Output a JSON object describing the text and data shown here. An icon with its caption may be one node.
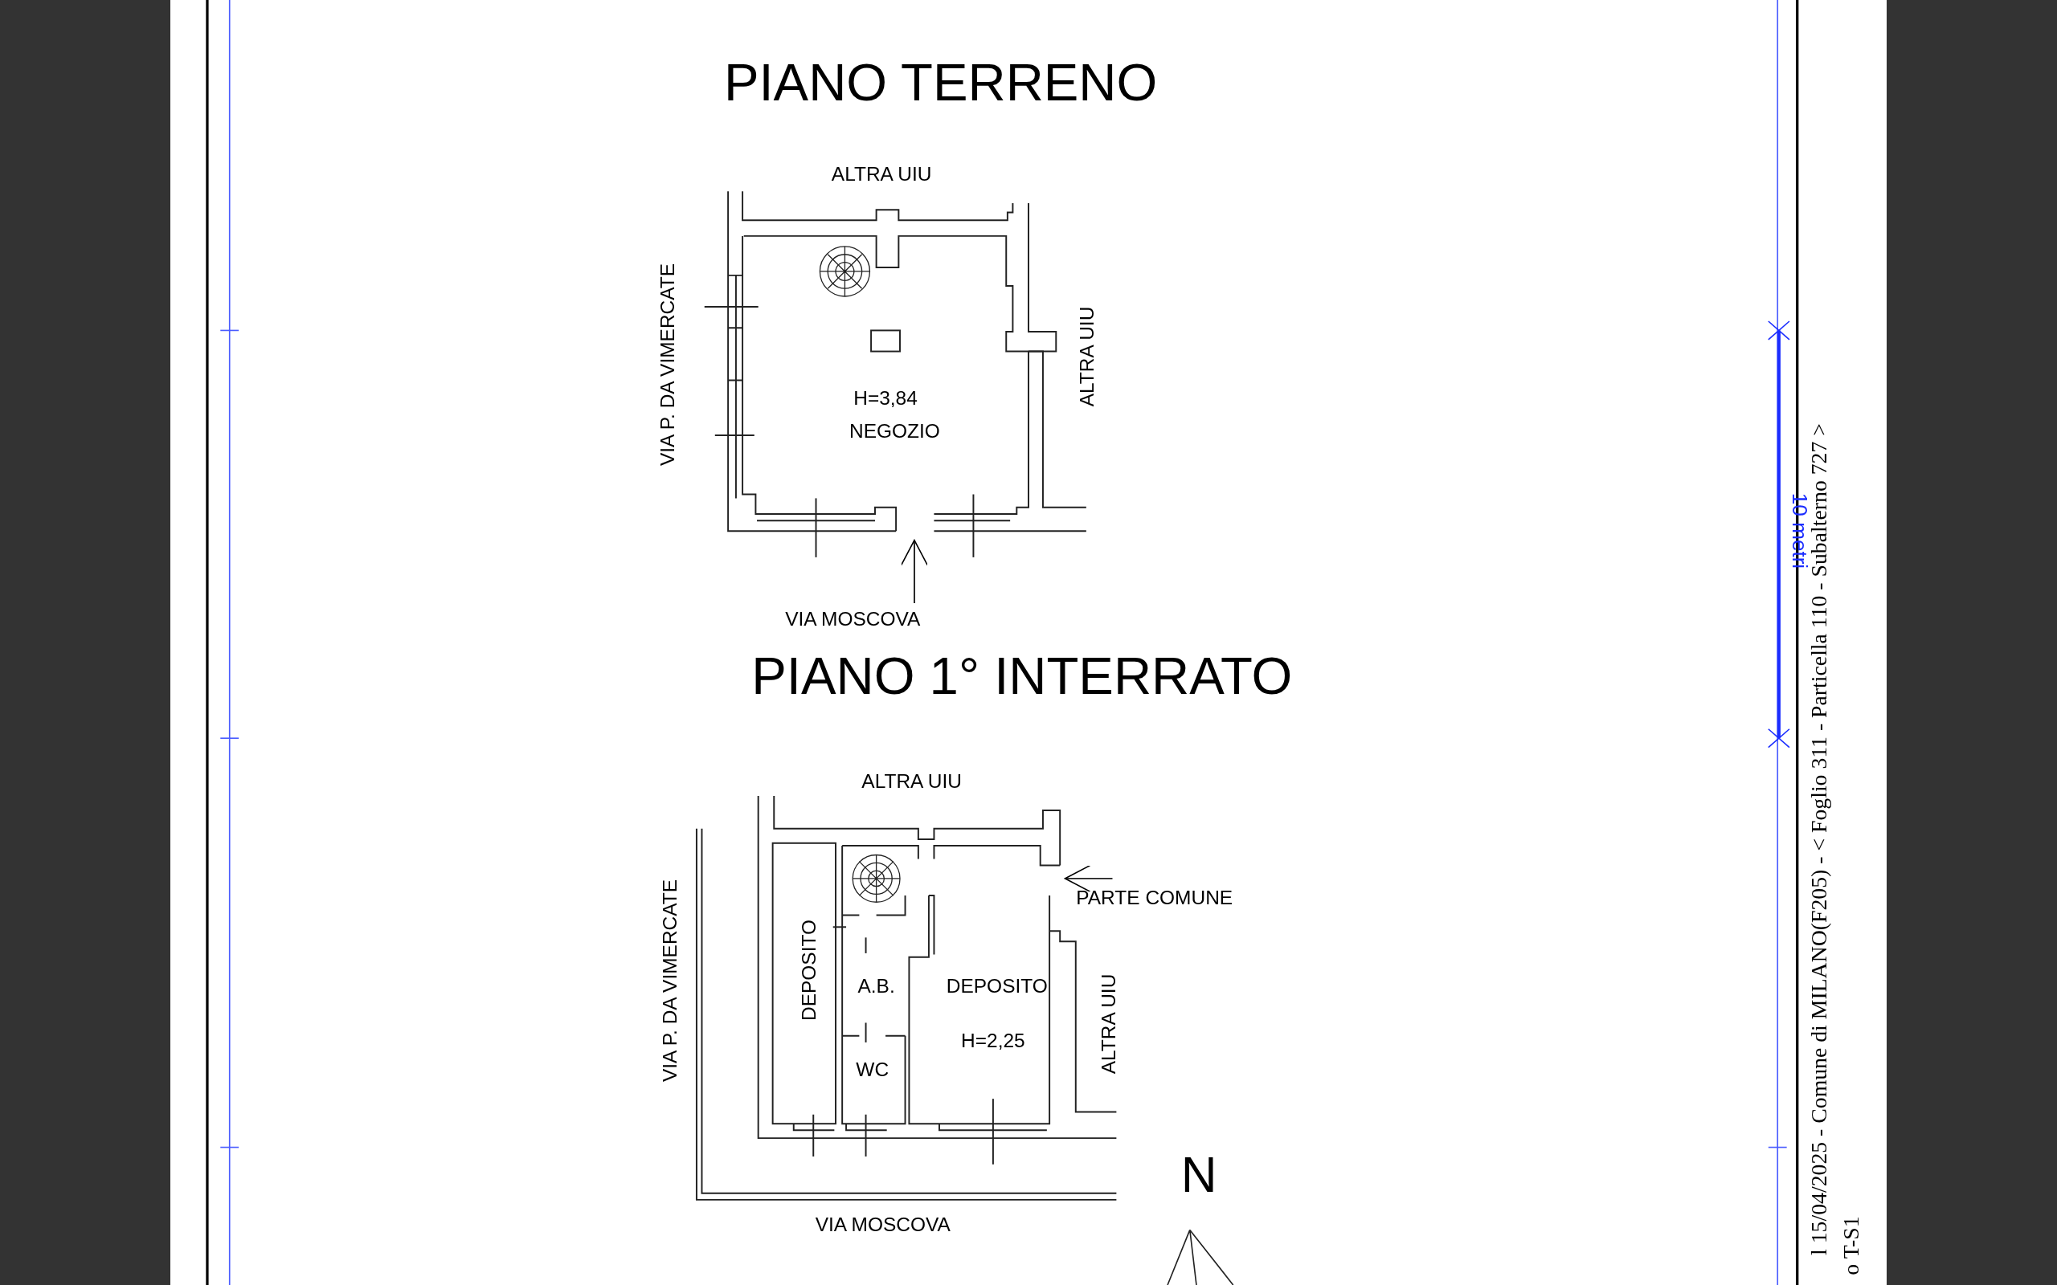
{
  "diagram": {
    "nodes": [
      {
        "text": [
          "H=3,84",
          "NEGOZIO"
        ]
      },
      {
        "text": [
          "DEPOSITO"
        ]
      },
      {
        "text": [
          "A.B."
        ]
      },
      {
        "text": [
          "WC"
        ]
      },
      {
        "text": [
          "DEPOSITO",
          "H=2,25"
        ]
      }
    ],
    "labels": [
      "PIANO TERRENO",
      "ALTRA UIU",
      "VIA P. DA VIMERCATE",
      "ALTRA UIU",
      "VIA MOSCOVA",
      "PIANO 1° INTERRATO",
      "ALTRA UIU",
      "PARTE COMUNE",
      "VIA P. DA VIMERCATE",
      "ALTRA UIU",
      "VIA MOSCOVA",
      "N",
      "10 metri",
      "l 15/04/2025 - Comune di MILANO(F205) - < Foglio 311 - Particella 110 - Subalterno 727 >",
      "o T-S1"
    ]
  }
}
